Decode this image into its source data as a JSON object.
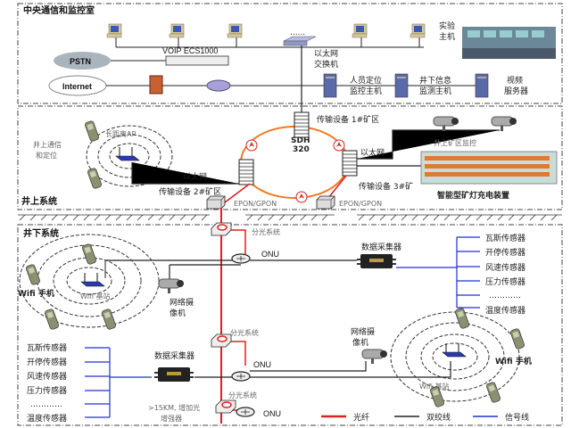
{
  "colors": {
    "fiber": "#e02020",
    "twisted_pair": "#222222",
    "signal": "#2030d0",
    "ring": "#f07820",
    "equipment": "#5a6aa8"
  },
  "central": {
    "title": "中央通信和监控室",
    "dots": "......",
    "switch_label": [
      "以太网",
      "交换机"
    ],
    "lab_host": [
      "实验",
      "主机"
    ],
    "voip": "VOIP ECS1000",
    "pstn": "PSTN",
    "internet": "Internet",
    "servers": [
      {
        "label": [
          "人员定位",
          "监控主机"
        ]
      },
      {
        "label": [
          "井下信息",
          "监测主机"
        ]
      },
      {
        "label": [
          "视频",
          "服务器"
        ]
      }
    ]
  },
  "surface": {
    "title": "井上系统",
    "sdh": [
      "SDH",
      "320"
    ],
    "transport1": "传输设备 1#矿区",
    "transport2": "传输设备 2#矿区",
    "transport3": "传输设备 3#矿",
    "ethernet_left": "以太网",
    "ethernet_right": "以太网",
    "epon_left": "EPON/GPON",
    "epon_right": "EPON/GPON",
    "ap": "长距离AP",
    "comm": [
      "井上通信",
      "和定位"
    ],
    "monitor": "井上矿区监控",
    "charger": "智能型矿灯充电装置"
  },
  "underground": {
    "title": "井下系统",
    "splitter": "分光系统",
    "onu": "ONU",
    "collector": "数据采集器",
    "camera": [
      "网络摄",
      "像机"
    ],
    "wifi_phone": "Wifi 手机",
    "wifi_base": "Wifi 基站",
    "booster": [
      ">15KM, 增加光",
      "增强器"
    ],
    "sensors": [
      "瓦斯传感器",
      "开停传感器",
      "风速传感器",
      "压力传感器",
      "…………",
      "温度传感器"
    ]
  },
  "legend": {
    "fiber": "光纤",
    "twisted_pair": "双绞线",
    "signal": "信号线"
  }
}
